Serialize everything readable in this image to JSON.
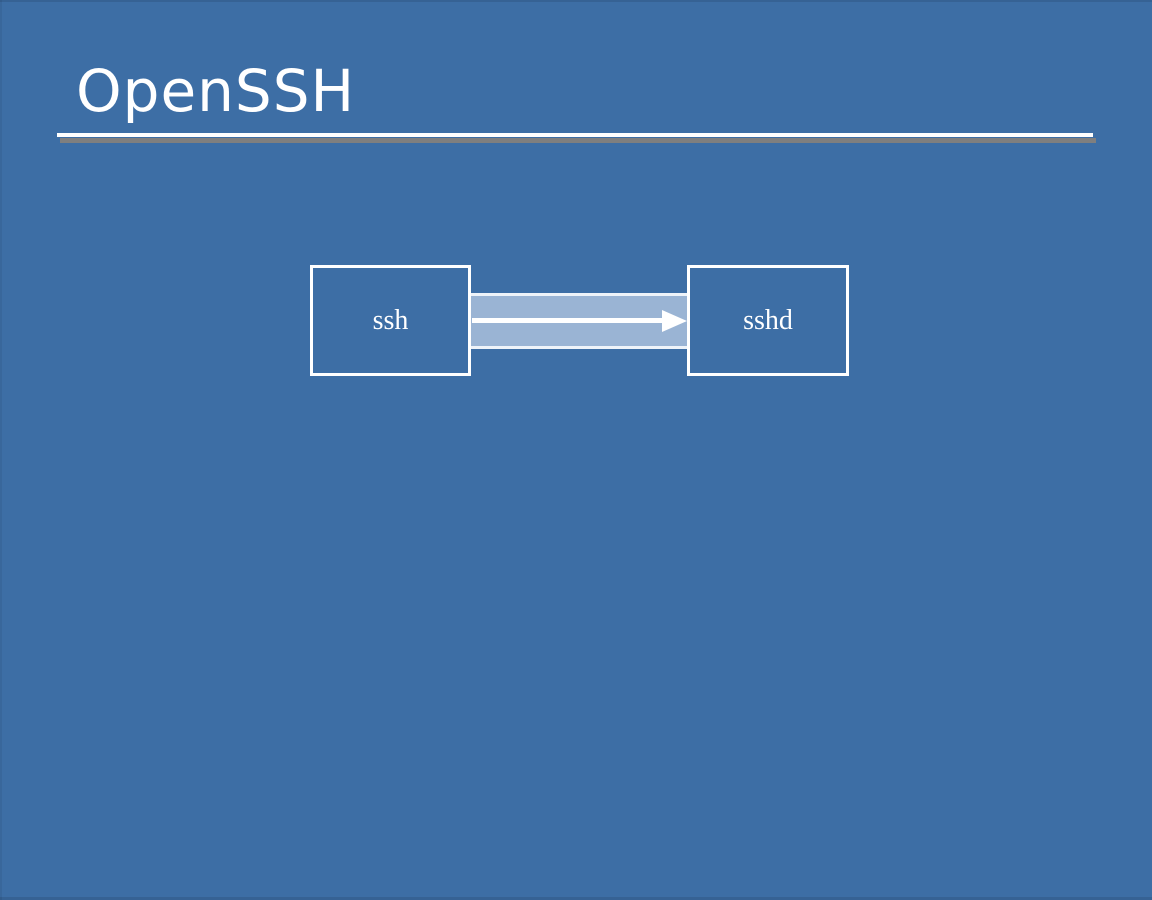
{
  "slide": {
    "title": "OpenSSH"
  },
  "diagram": {
    "client": {
      "label": "ssh"
    },
    "server": {
      "label": "sshd"
    },
    "connection": {
      "arrow_icon": "right-arrow-icon"
    }
  },
  "colors": {
    "background": "#3d6ea5",
    "text": "#ffffff",
    "band_fill": "#9ab4d4",
    "band_border": "#eef3f9",
    "rule_white": "#ffffff",
    "rule_shadow": "#7f7f7f",
    "box_border": "#ffffff",
    "arrow": "#ffffff"
  }
}
